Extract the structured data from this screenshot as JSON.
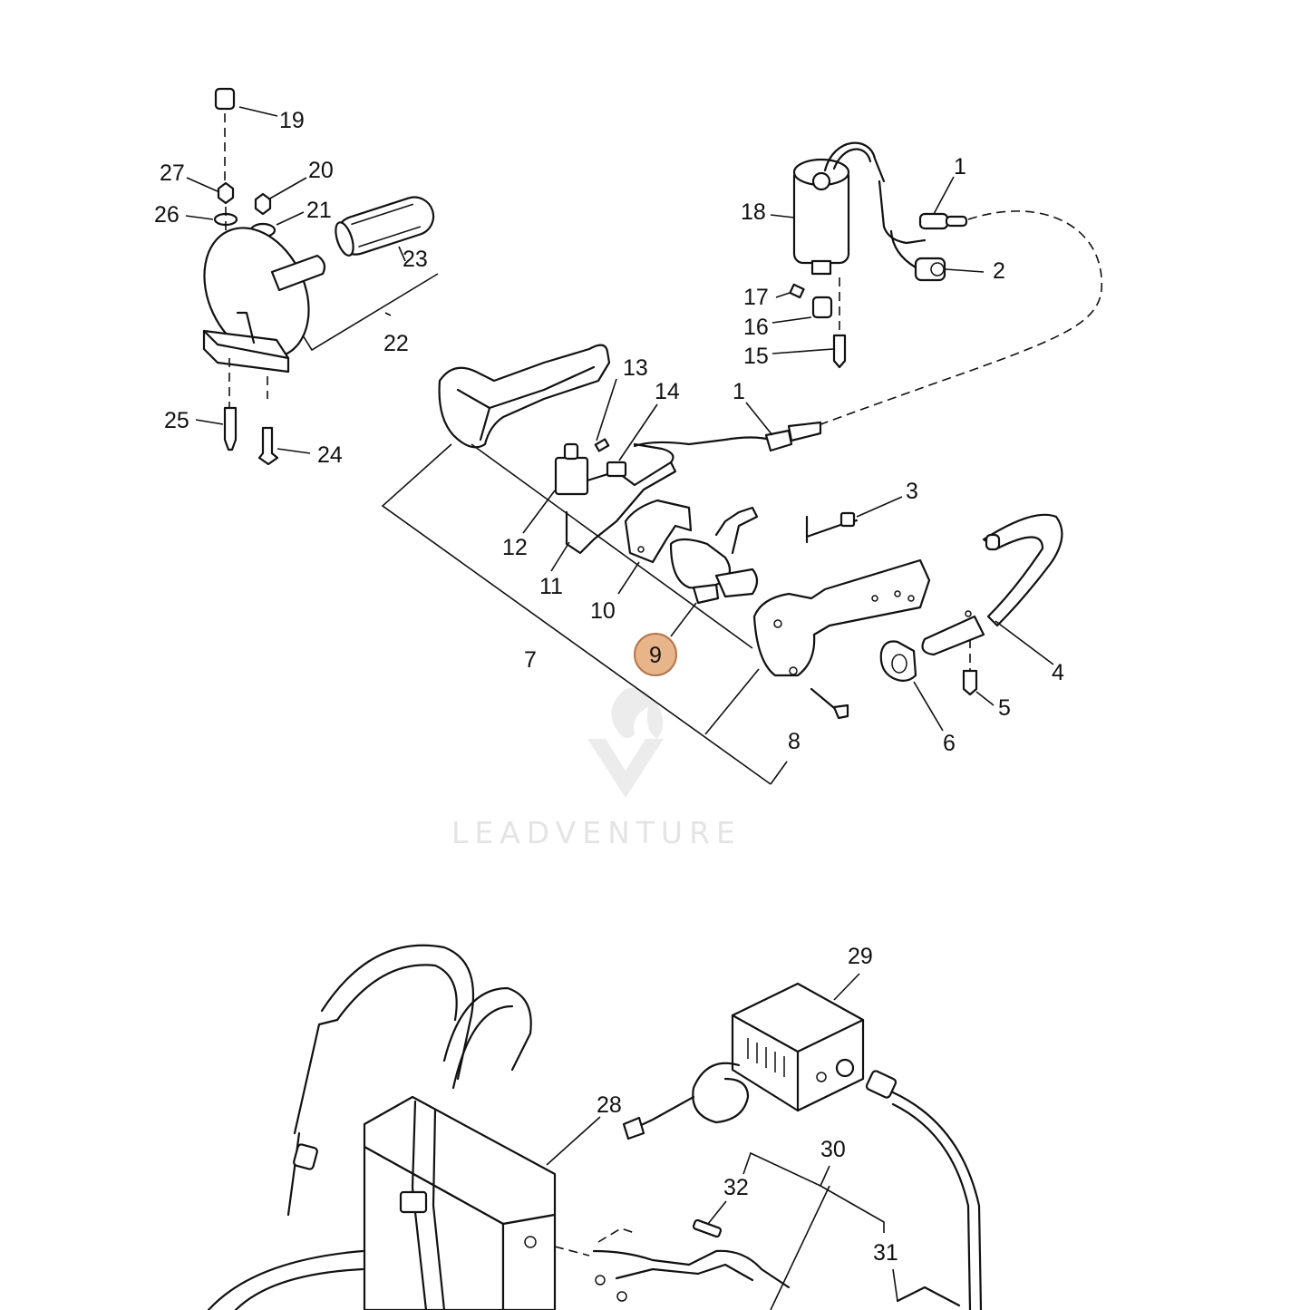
{
  "watermark": {
    "text": "LEADVENTURE"
  },
  "highlight": {
    "label": "9",
    "color": "#e8b48a",
    "border": "#b5754a"
  },
  "callouts": [
    {
      "id": "19",
      "label": "19"
    },
    {
      "id": "27",
      "label": "27"
    },
    {
      "id": "20",
      "label": "20"
    },
    {
      "id": "26",
      "label": "26"
    },
    {
      "id": "21",
      "label": "21"
    },
    {
      "id": "23",
      "label": "23"
    },
    {
      "id": "22",
      "label": "22"
    },
    {
      "id": "25",
      "label": "25"
    },
    {
      "id": "24",
      "label": "24"
    },
    {
      "id": "1a",
      "label": "1"
    },
    {
      "id": "18",
      "label": "18"
    },
    {
      "id": "2",
      "label": "2"
    },
    {
      "id": "17",
      "label": "17"
    },
    {
      "id": "16",
      "label": "16"
    },
    {
      "id": "15",
      "label": "15"
    },
    {
      "id": "13",
      "label": "13"
    },
    {
      "id": "14",
      "label": "14"
    },
    {
      "id": "1b",
      "label": "1"
    },
    {
      "id": "3",
      "label": "3"
    },
    {
      "id": "12",
      "label": "12"
    },
    {
      "id": "11",
      "label": "11"
    },
    {
      "id": "10",
      "label": "10"
    },
    {
      "id": "7",
      "label": "7"
    },
    {
      "id": "4",
      "label": "4"
    },
    {
      "id": "5",
      "label": "5"
    },
    {
      "id": "6",
      "label": "6"
    },
    {
      "id": "8",
      "label": "8"
    },
    {
      "id": "29",
      "label": "29"
    },
    {
      "id": "28",
      "label": "28"
    },
    {
      "id": "30",
      "label": "30"
    },
    {
      "id": "32",
      "label": "32"
    },
    {
      "id": "31",
      "label": "31"
    }
  ]
}
